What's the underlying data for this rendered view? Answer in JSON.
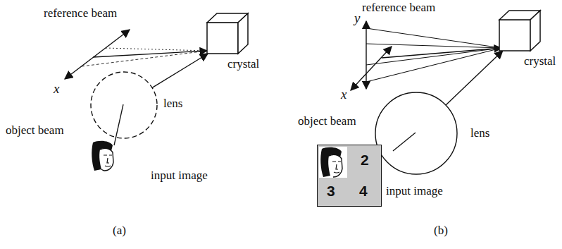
{
  "diagram": {
    "nodes": [
      {
        "text": [
          "crystal"
        ]
      },
      {
        "text": [
          "lens"
        ]
      },
      {
        "text": [
          "crystal"
        ]
      },
      {
        "text": [
          "lens"
        ]
      },
      {
        "text": [
          "2",
          "3",
          "4"
        ]
      }
    ],
    "edges": [
      {
        "from": 1,
        "to": 0,
        "arrow": "to"
      },
      {
        "from": 3,
        "to": 2,
        "arrow": "to"
      }
    ],
    "labels": [
      "reference beam",
      "x",
      "object beam",
      "input image",
      "(a)",
      "reference beam",
      "y",
      "x",
      "object beam",
      "input image",
      "(b)"
    ]
  }
}
